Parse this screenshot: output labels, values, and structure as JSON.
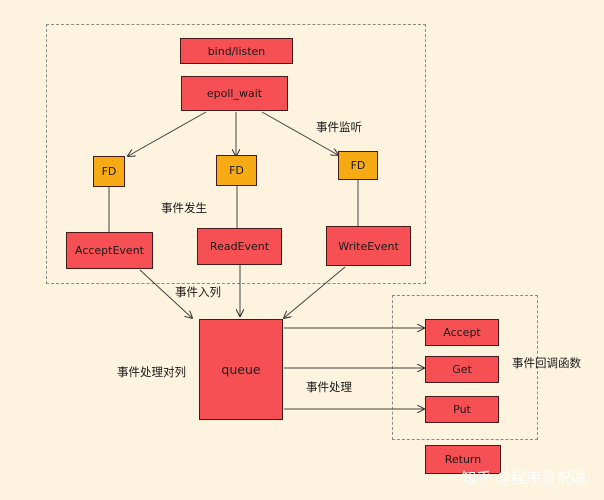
{
  "nodes": {
    "bind_listen": "bind/listen",
    "epoll_wait": "epoll_wait",
    "fd_1": "FD",
    "fd_2": "FD",
    "fd_3": "FD",
    "accept_event": "AcceptEvent",
    "read_event": "ReadEvent",
    "write_event": "WriteEvent",
    "queue": "queue",
    "accept": "Accept",
    "get": "Get",
    "put": "Put",
    "return": "Return"
  },
  "labels": {
    "event_listen": "事件监听",
    "event_occur": "事件发生",
    "event_enqueue": "事件入列",
    "event_handling_queue": "事件处理对列",
    "event_processing": "事件处理",
    "event_callback": "事件回调函数"
  },
  "watermark": "知乎 @程序员祝融",
  "colors": {
    "background": "#fdf3de",
    "red_box": "#f65055",
    "yellow_box": "#f6aa14",
    "border": "#4a1a1a"
  }
}
